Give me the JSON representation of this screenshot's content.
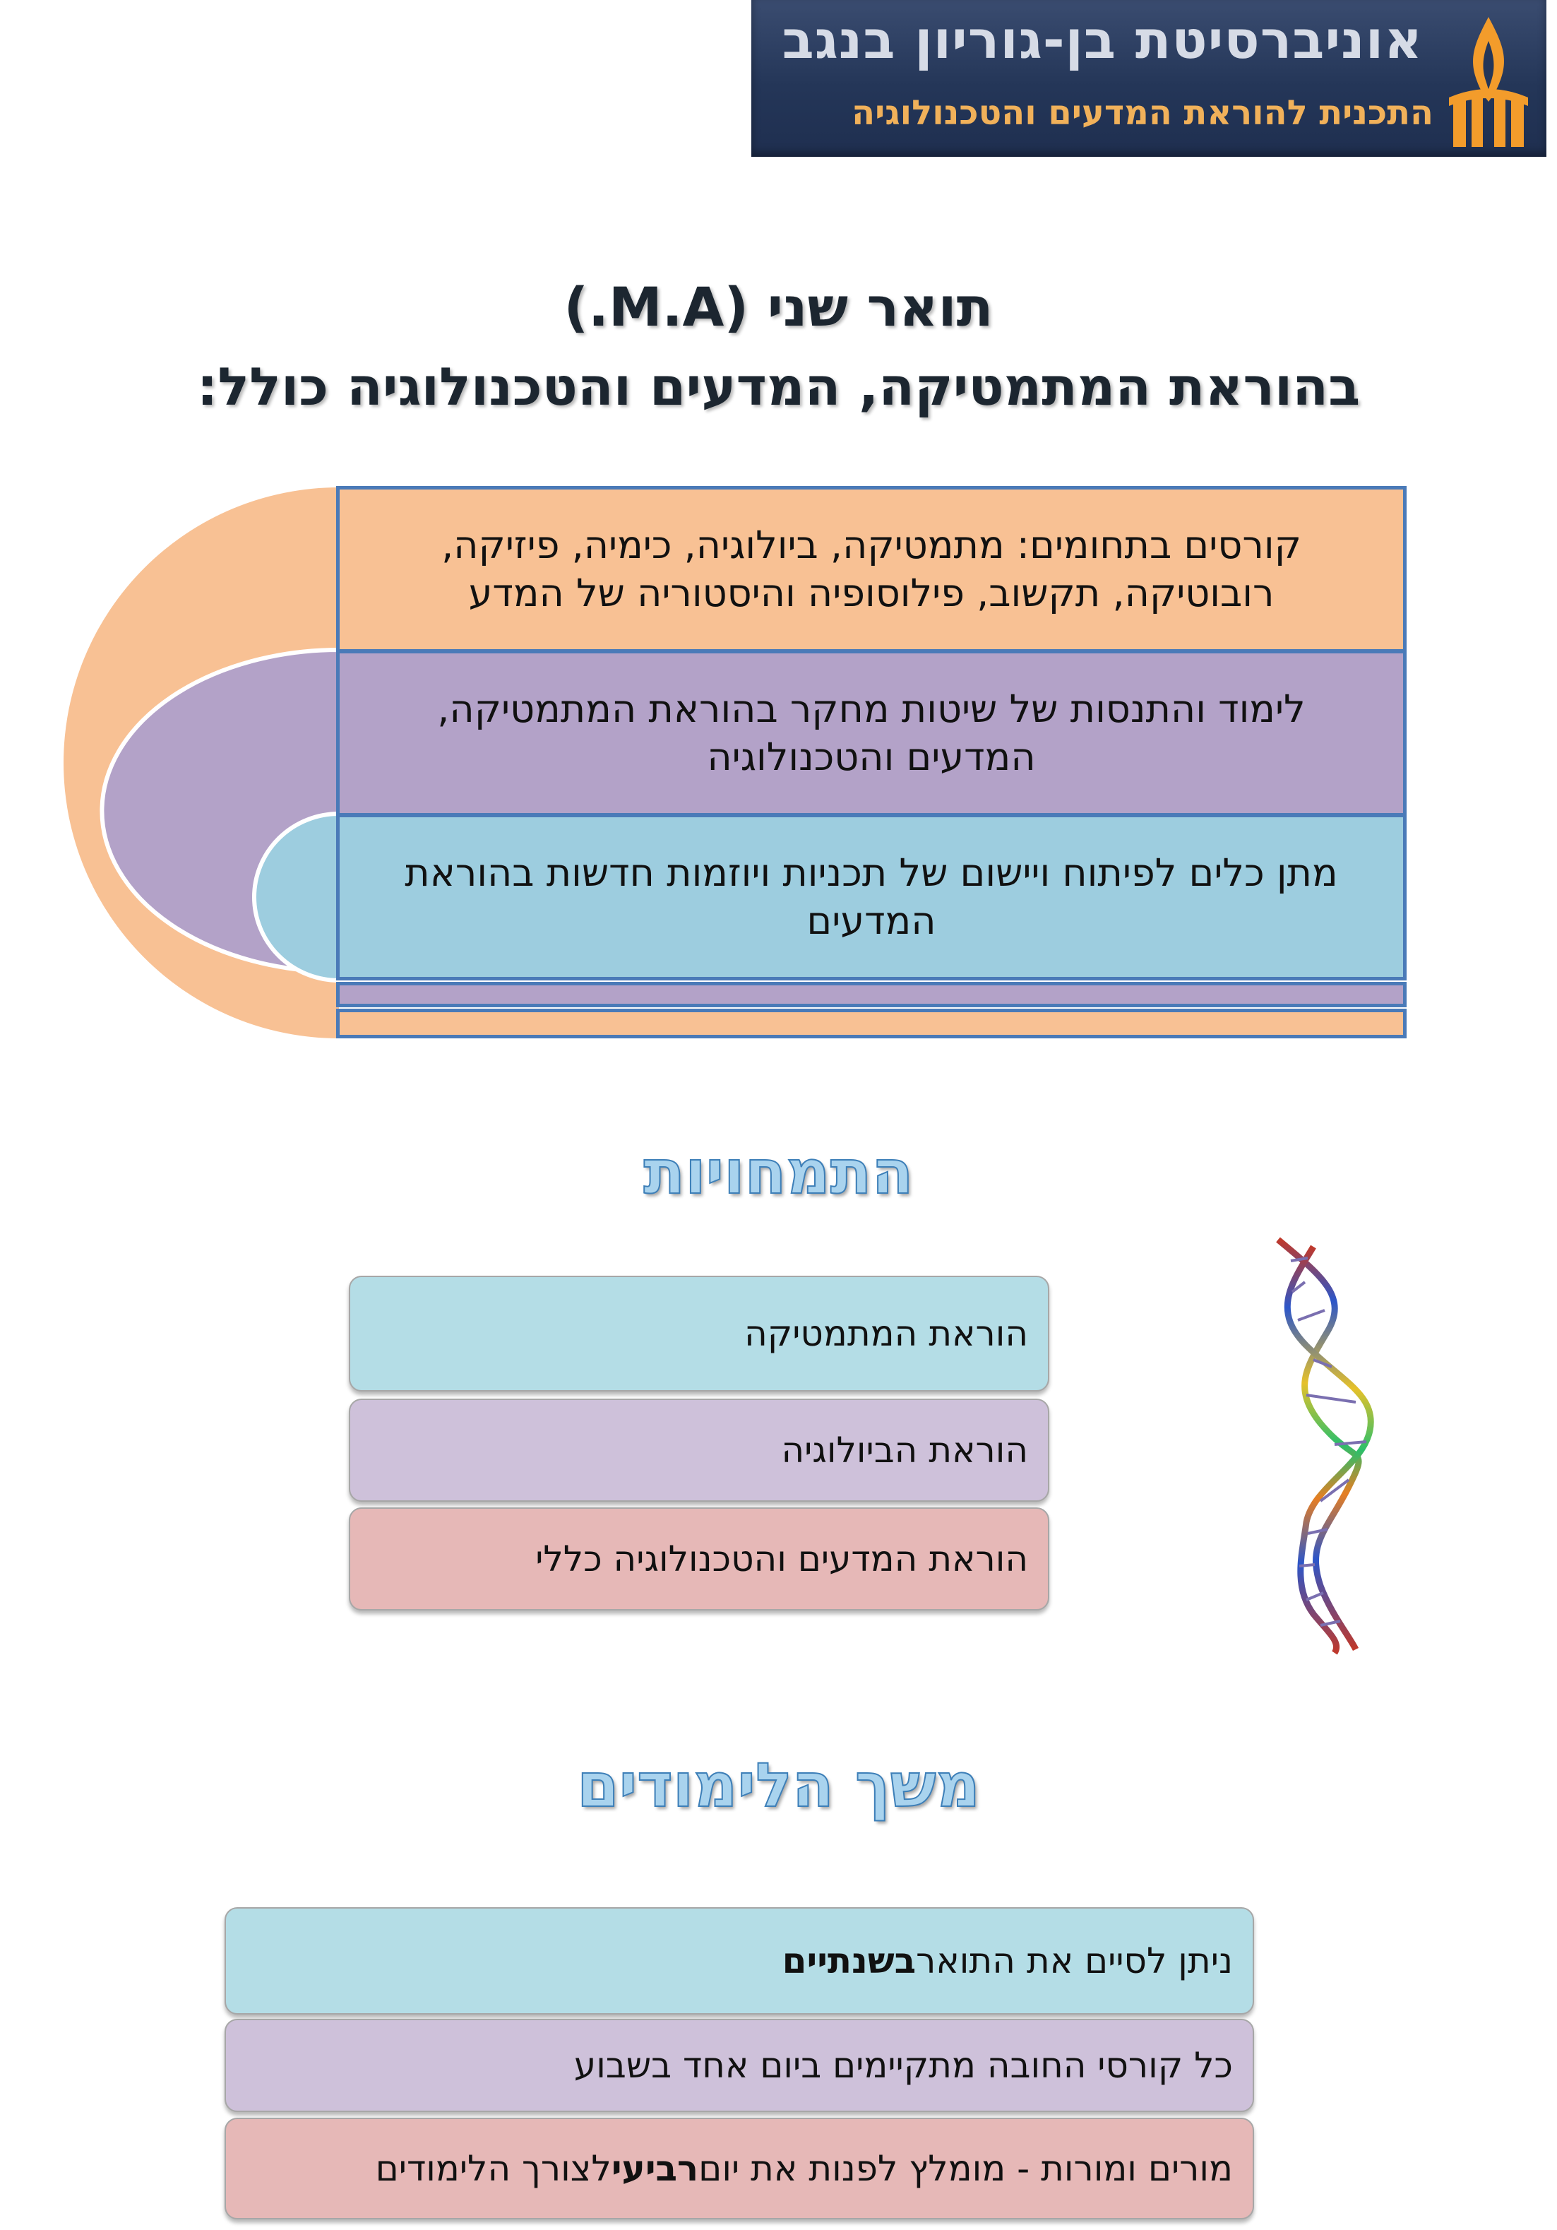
{
  "header": {
    "university_name": "אוניברסיטת בן-גוריון בנגב",
    "program_name": "התכנית להוראת המדעים והטכנולוגיה",
    "colors": {
      "banner": "#243658",
      "emblem": "#f39c2b"
    }
  },
  "title": {
    "line1": "תואר שני (M.A.)",
    "line2": "בהוראת המתמטיקה, המדעים והטכנולוגיה כולל:"
  },
  "includes": [
    {
      "text": "קורסים בתחומים: מתמטיקה, ביולוגיה, כימיה, פיזיקה, רובוטיקה, תקשוב, פילוסופיה והיסטוריה של המדע",
      "color": "#f8c194"
    },
    {
      "text": "לימוד והתנסות של שיטות מחקר בהוראת המתמטיקה, המדעים והטכנולוגיה",
      "color": "#b3a2c8"
    },
    {
      "text": "מתן כלים לפיתוח ויישום של תכניות ויוזמות חדשות בהוראת המדעים",
      "color": "#9dcddf"
    }
  ],
  "specializations": {
    "heading": "התמחויות",
    "items": [
      "הוראת המתמטיקה",
      "הוראת הביולוגיה",
      "הוראת המדעים והטכנולוגיה כללי"
    ]
  },
  "studies": {
    "heading": "משך הלימודים",
    "item1": {
      "text": "ניתן לסיים את התואר ",
      "bold": "בשנתיים"
    },
    "item2": {
      "text": "כל קורסי החובה מתקיימים ביום אחד בשבוע"
    },
    "item3": {
      "prefix": "מורים ומורות - מומלץ לפנות את יום ",
      "bold": "רביעי",
      "suffix": " לצורך הלימודים"
    }
  },
  "icons": [
    "university-emblem-icon",
    "dna-helix-icon"
  ]
}
